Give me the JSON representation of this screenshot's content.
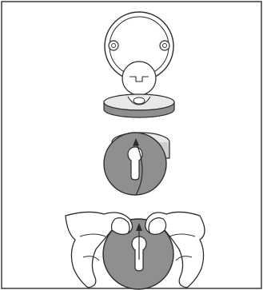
{
  "figure": {
    "steps": [
      {
        "id": "step-cover-plate"
      },
      {
        "id": "step-escutcheon-rotate"
      },
      {
        "id": "step-hands-press"
      }
    ],
    "colors": {
      "outline": "#2b2b2b",
      "fill_gray": "#8f8f8f",
      "fill_light": "#e8e8e8",
      "hand_fill": "#ffffff",
      "border": "#3a3a3a"
    }
  }
}
